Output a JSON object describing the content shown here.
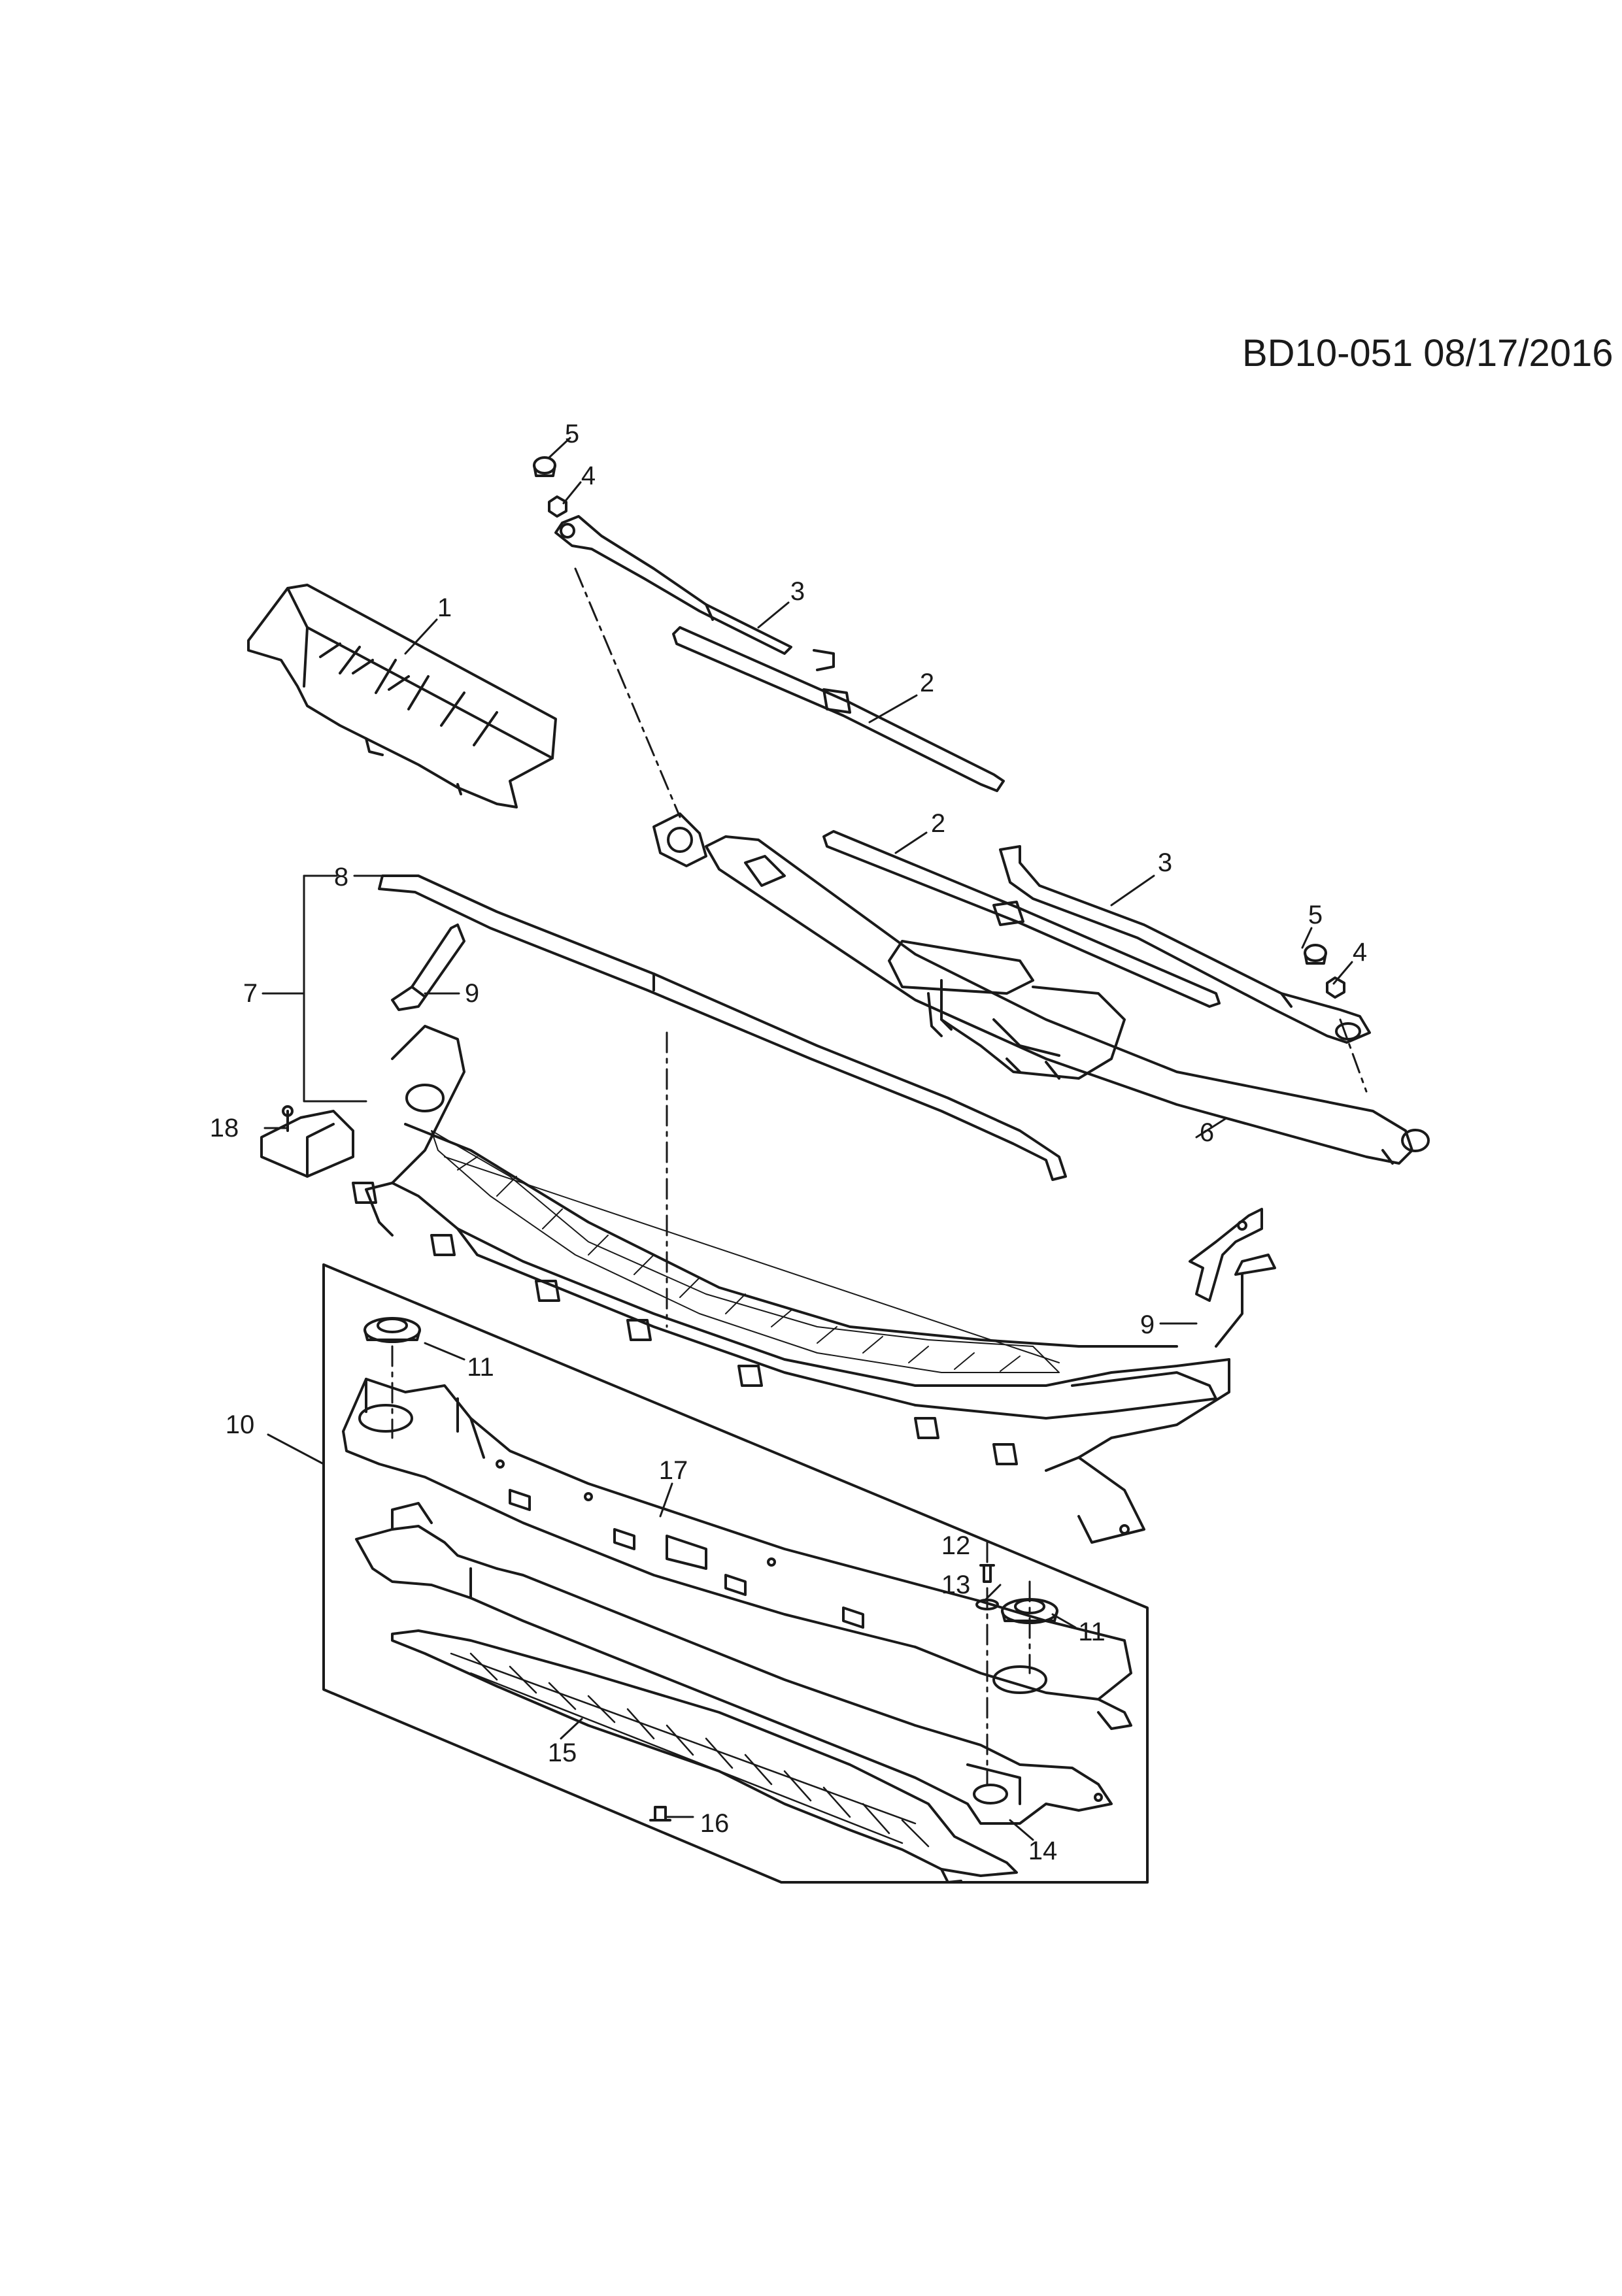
{
  "diagram": {
    "reference": "BD10-051 08/17/2016",
    "callouts": [
      "1",
      "2",
      "3",
      "4",
      "5",
      "6",
      "7",
      "8",
      "9",
      "10",
      "11",
      "12",
      "13",
      "14",
      "15",
      "16",
      "17",
      "18"
    ]
  },
  "colors": {
    "line": "#1a1a1a",
    "background": "#ffffff"
  }
}
